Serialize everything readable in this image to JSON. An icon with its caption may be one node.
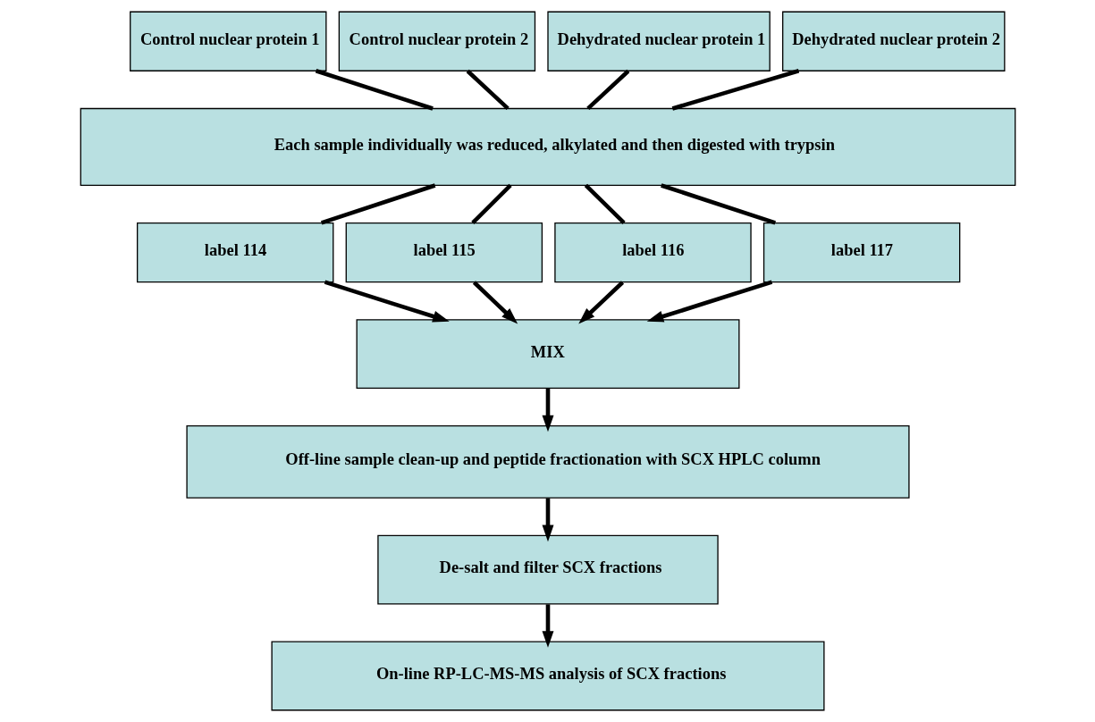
{
  "diagram": {
    "nodes": [
      {
        "text": [
          "Control nuclear protein 1"
        ]
      },
      {
        "text": [
          "Control nuclear protein 2"
        ]
      },
      {
        "text": [
          "Dehydrated nuclear protein 1"
        ]
      },
      {
        "text": [
          "Dehydrated nuclear protein 2"
        ]
      },
      {
        "text": [
          "Each sample individually was reduced, alkylated and then digested with trypsin"
        ]
      },
      {
        "text": [
          "label 114"
        ]
      },
      {
        "text": [
          "label 115"
        ]
      },
      {
        "text": [
          "label 116"
        ]
      },
      {
        "text": [
          "label 117"
        ]
      },
      {
        "text": [
          "MIX"
        ]
      },
      {
        "text": [
          "Off-line sample clean-up and peptide fractionation with SCX HPLC column"
        ]
      },
      {
        "text": [
          "De-salt and filter SCX fractions"
        ]
      },
      {
        "text": [
          "On-line RP-LC-MS-MS analysis of SCX fractions"
        ]
      }
    ],
    "edges": [
      {
        "from": 0,
        "to": 4,
        "arrow": "none"
      },
      {
        "from": 1,
        "to": 4,
        "arrow": "none"
      },
      {
        "from": 2,
        "to": 4,
        "arrow": "none"
      },
      {
        "from": 3,
        "to": 4,
        "arrow": "none"
      },
      {
        "from": 4,
        "to": 5,
        "arrow": "none"
      },
      {
        "from": 4,
        "to": 6,
        "arrow": "none"
      },
      {
        "from": 4,
        "to": 7,
        "arrow": "none"
      },
      {
        "from": 4,
        "to": 8,
        "arrow": "none"
      },
      {
        "from": 5,
        "to": 9,
        "arrow": "to"
      },
      {
        "from": 6,
        "to": 9,
        "arrow": "to"
      },
      {
        "from": 7,
        "to": 9,
        "arrow": "to"
      },
      {
        "from": 8,
        "to": 9,
        "arrow": "to"
      },
      {
        "from": 9,
        "to": 10,
        "arrow": "to"
      },
      {
        "from": 10,
        "to": 11,
        "arrow": "to"
      },
      {
        "from": 11,
        "to": 12,
        "arrow": "to"
      }
    ]
  }
}
